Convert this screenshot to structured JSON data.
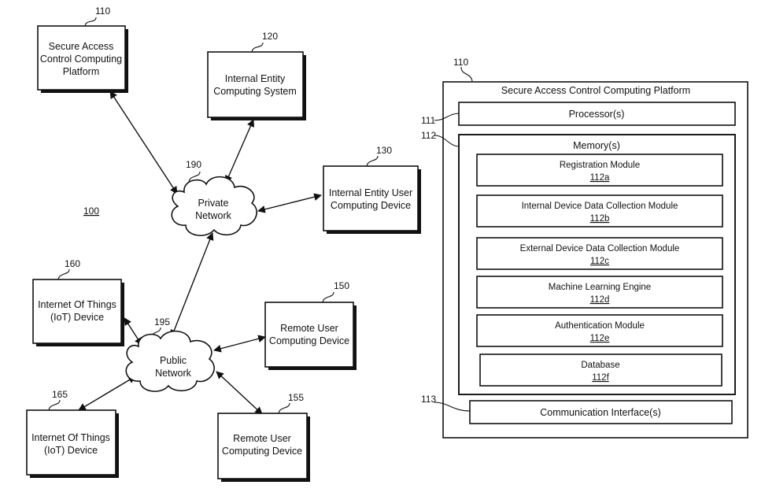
{
  "diagram": {
    "figure_ref": "100",
    "network_nodes": [
      {
        "id": "110",
        "line1": "Secure Access",
        "line2": "Control Computing",
        "line3": "Platform"
      },
      {
        "id": "120",
        "line1": "Internal Entity",
        "line2": "Computing System"
      },
      {
        "id": "130",
        "line1": "Internal Entity User",
        "line2": "Computing Device"
      },
      {
        "id": "160",
        "line1": "Internet Of Things",
        "line2": "(IoT) Device"
      },
      {
        "id": "150",
        "line1": "Remote User",
        "line2": "Computing Device"
      },
      {
        "id": "165",
        "line1": "Internet Of Things",
        "line2": "(IoT) Device"
      },
      {
        "id": "155",
        "line1": "Remote User",
        "line2": "Computing Device"
      }
    ],
    "networks": [
      {
        "id": "190",
        "line1": "Private",
        "line2": "Network"
      },
      {
        "id": "195",
        "line1": "Public",
        "line2": "Network"
      }
    ]
  },
  "platform": {
    "ref": "110",
    "title": "Secure Access Control Computing Platform",
    "processor": {
      "ref": "111",
      "label": "Processor(s)"
    },
    "memory": {
      "ref": "112",
      "label": "Memory(s)",
      "modules": [
        {
          "name": "Registration Module",
          "ref": "112a"
        },
        {
          "name": "Internal Device Data Collection Module",
          "ref": "112b"
        },
        {
          "name": "External Device Data Collection Module",
          "ref": "112c"
        },
        {
          "name": "Machine Learning Engine",
          "ref": "112d"
        },
        {
          "name": "Authentication Module",
          "ref": "112e"
        },
        {
          "name": "Database",
          "ref": "112f"
        }
      ]
    },
    "comm": {
      "ref": "113",
      "label": "Communication Interface(s)"
    }
  }
}
